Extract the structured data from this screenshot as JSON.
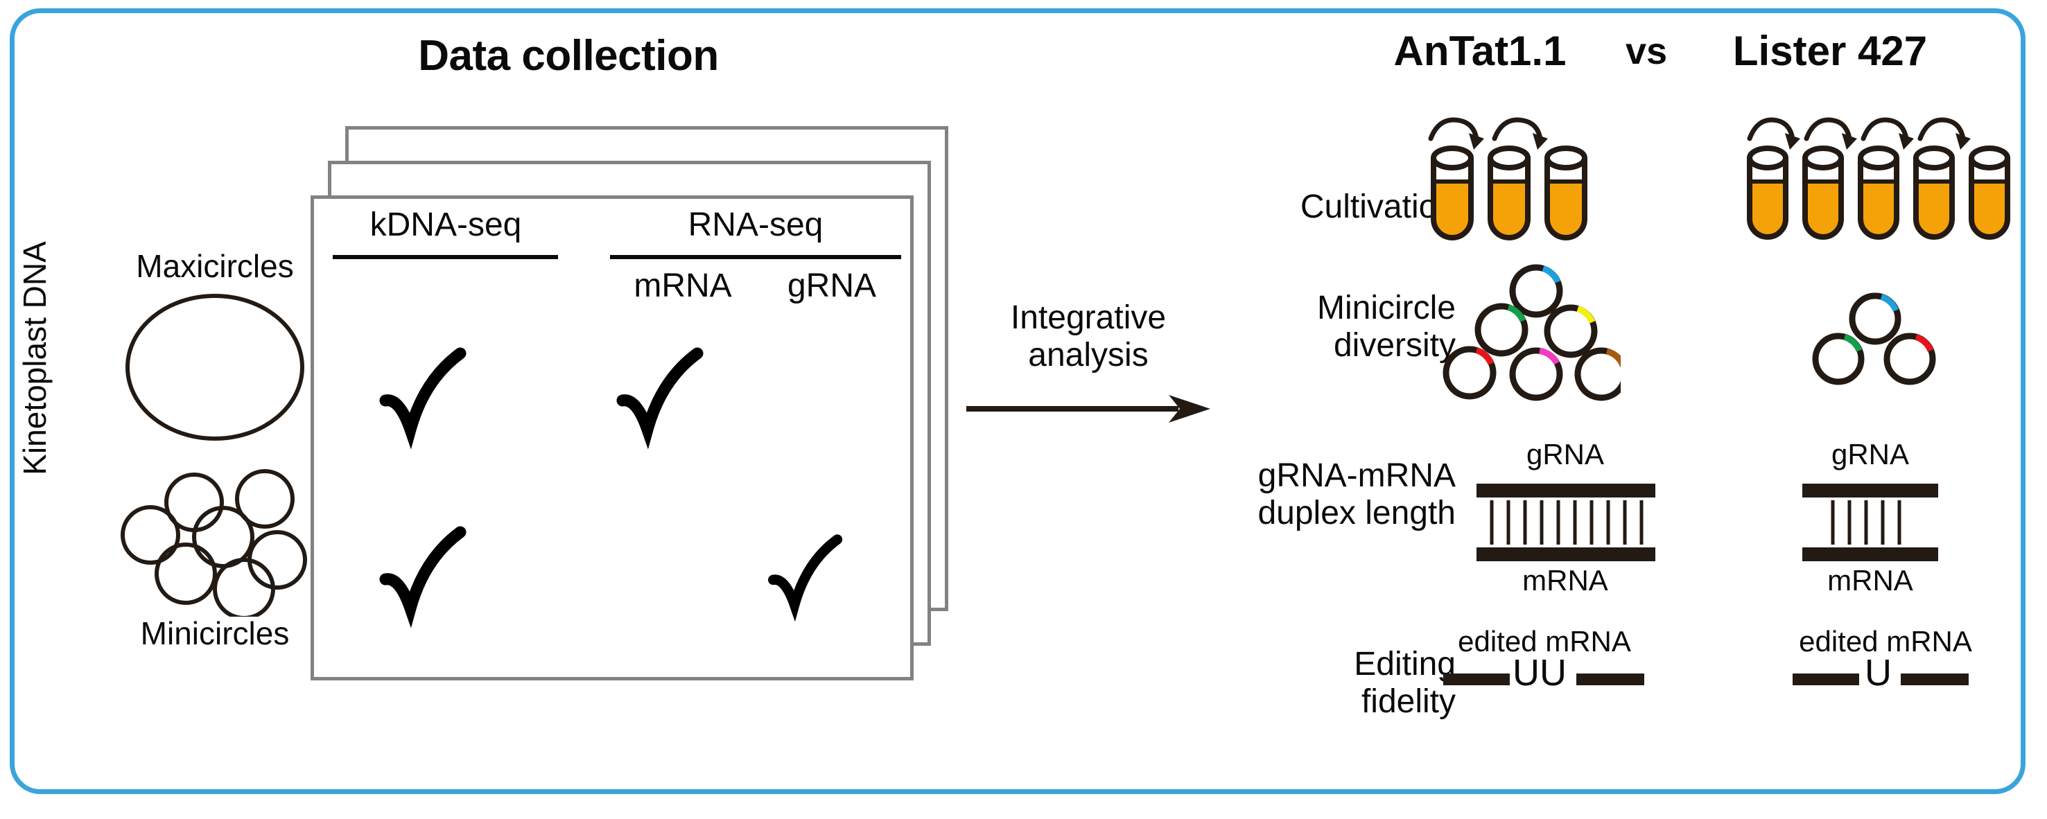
{
  "frame": {
    "border_color": "#3ba3de"
  },
  "colors": {
    "outline_dark": "#231a14",
    "tube_fill": "#f5a209",
    "card_border": "#828282",
    "text": "#0c0a09",
    "arc_blue": "#1fa0dd",
    "arc_green": "#14a04b",
    "arc_yellow": "#f2f20d",
    "arc_red": "#e8141d",
    "arc_magenta": "#f23bc0",
    "arc_brown": "#a85a11"
  },
  "left_panel": {
    "title": "Data collection",
    "kdna_axis_label": "Kinetoplast DNA",
    "maxicircles_label": "Maxicircles",
    "minicircles_label": "Minicircles",
    "maxicircle_count": 1,
    "minicircle_count": 7,
    "card_stack_count": 3,
    "table": {
      "group_headers": [
        "kDNA-seq",
        "RNA-seq"
      ],
      "sub_headers": [
        "mRNA",
        "gRNA"
      ],
      "check_glyph": "check-mark",
      "rows": [
        {
          "kDNA-seq": true,
          "mRNA": true,
          "gRNA": false
        },
        {
          "kDNA-seq": true,
          "mRNA": false,
          "gRNA": true
        }
      ]
    }
  },
  "connector": {
    "label_line1": "Integrative",
    "label_line2": "analysis",
    "arrow": "right-arrow"
  },
  "right_panel": {
    "strain_a": "AnTat1.1",
    "vs": "vs",
    "strain_b": "Lister 427",
    "rows": [
      {
        "id": "cultivation",
        "label_line1": "Cultivation",
        "label_line2": "",
        "a": {
          "tubes": 3,
          "passage_arrows": 2
        },
        "b": {
          "tubes": 5,
          "passage_arrows": 4
        }
      },
      {
        "id": "minicircle-diversity",
        "label_line1": "Minicircle",
        "label_line2": "diversity",
        "a": {
          "circles": 6,
          "arc_colors": [
            "#1fa0dd",
            "#14a04b",
            "#f2f20d",
            "#e8141d",
            "#f23bc0",
            "#a85a11"
          ]
        },
        "b": {
          "circles": 3,
          "arc_colors": [
            "#1fa0dd",
            "#14a04b",
            "#e8141d"
          ]
        }
      },
      {
        "id": "duplex-length",
        "label_line1": "gRNA-mRNA",
        "label_line2": "duplex length",
        "top_label": "gRNA",
        "bottom_label": "mRNA",
        "a": {
          "rungs": 10
        },
        "b": {
          "rungs": 5
        }
      },
      {
        "id": "editing-fidelity",
        "label_line1": "Editing",
        "label_line2": "fidelity",
        "top_label": "edited mRNA",
        "a": {
          "insert": "UU"
        },
        "b": {
          "insert": "U"
        }
      }
    ]
  }
}
